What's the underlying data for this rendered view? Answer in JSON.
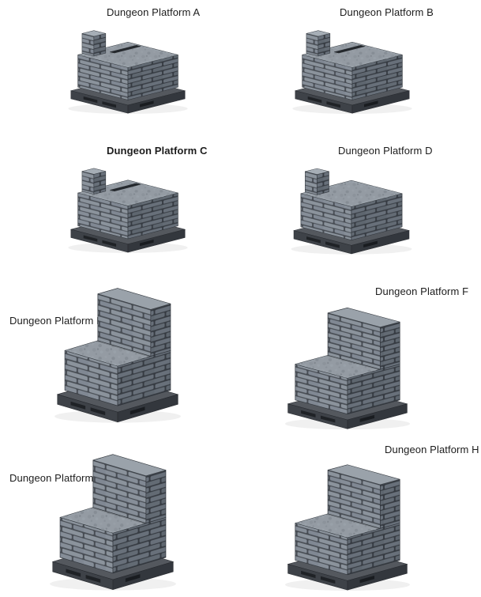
{
  "page": {
    "background": "#ffffff"
  },
  "items": [
    {
      "label": "Dungeon Platform A",
      "variant": "corner-pillar-with-slot"
    },
    {
      "label": "Dungeon Platform B",
      "variant": "corner-pillar-with-slot"
    },
    {
      "label": "Dungeon Platform C",
      "variant": "corner-pillar-with-slot"
    },
    {
      "label": "Dungeon Platform D",
      "variant": "corner-pillar"
    },
    {
      "label": "Dungeon Platform E",
      "variant": "back-wall"
    },
    {
      "label": "Dungeon Platform F",
      "variant": "back-wall"
    },
    {
      "label": "Dungeon Platform G",
      "variant": "back-wall"
    },
    {
      "label": "Dungeon Platform H",
      "variant": "back-wall"
    }
  ],
  "colors": {
    "background": "#ffffff",
    "label_text": "#1c1c1c",
    "stone_top": "#9aa2aa",
    "stone_front": "#8b939c",
    "stone_side": "#68707a",
    "mortar_front": "#474c53",
    "mortar_side": "#363b42",
    "pallet_top": "#54585e",
    "pallet_front": "#3e4248",
    "pallet_side": "#33373d",
    "pallet_slot": "#1f2226"
  }
}
